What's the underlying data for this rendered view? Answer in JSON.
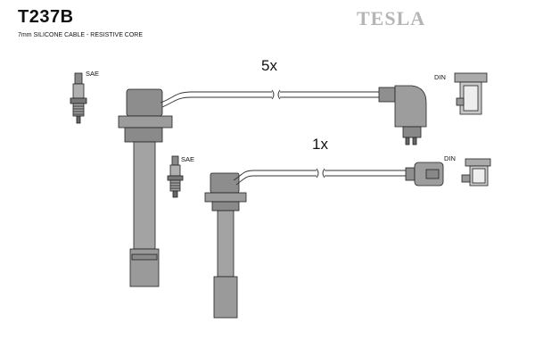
{
  "header": {
    "part_number": "T237B",
    "cable_spec": "7mm SILICONE CABLE - RESISTIVE CORE",
    "brand": "TESLA"
  },
  "cables": [
    {
      "quantity": "5x"
    },
    {
      "quantity": "1x"
    }
  ],
  "labels": {
    "sae": "SAE",
    "din": "DIN"
  }
}
